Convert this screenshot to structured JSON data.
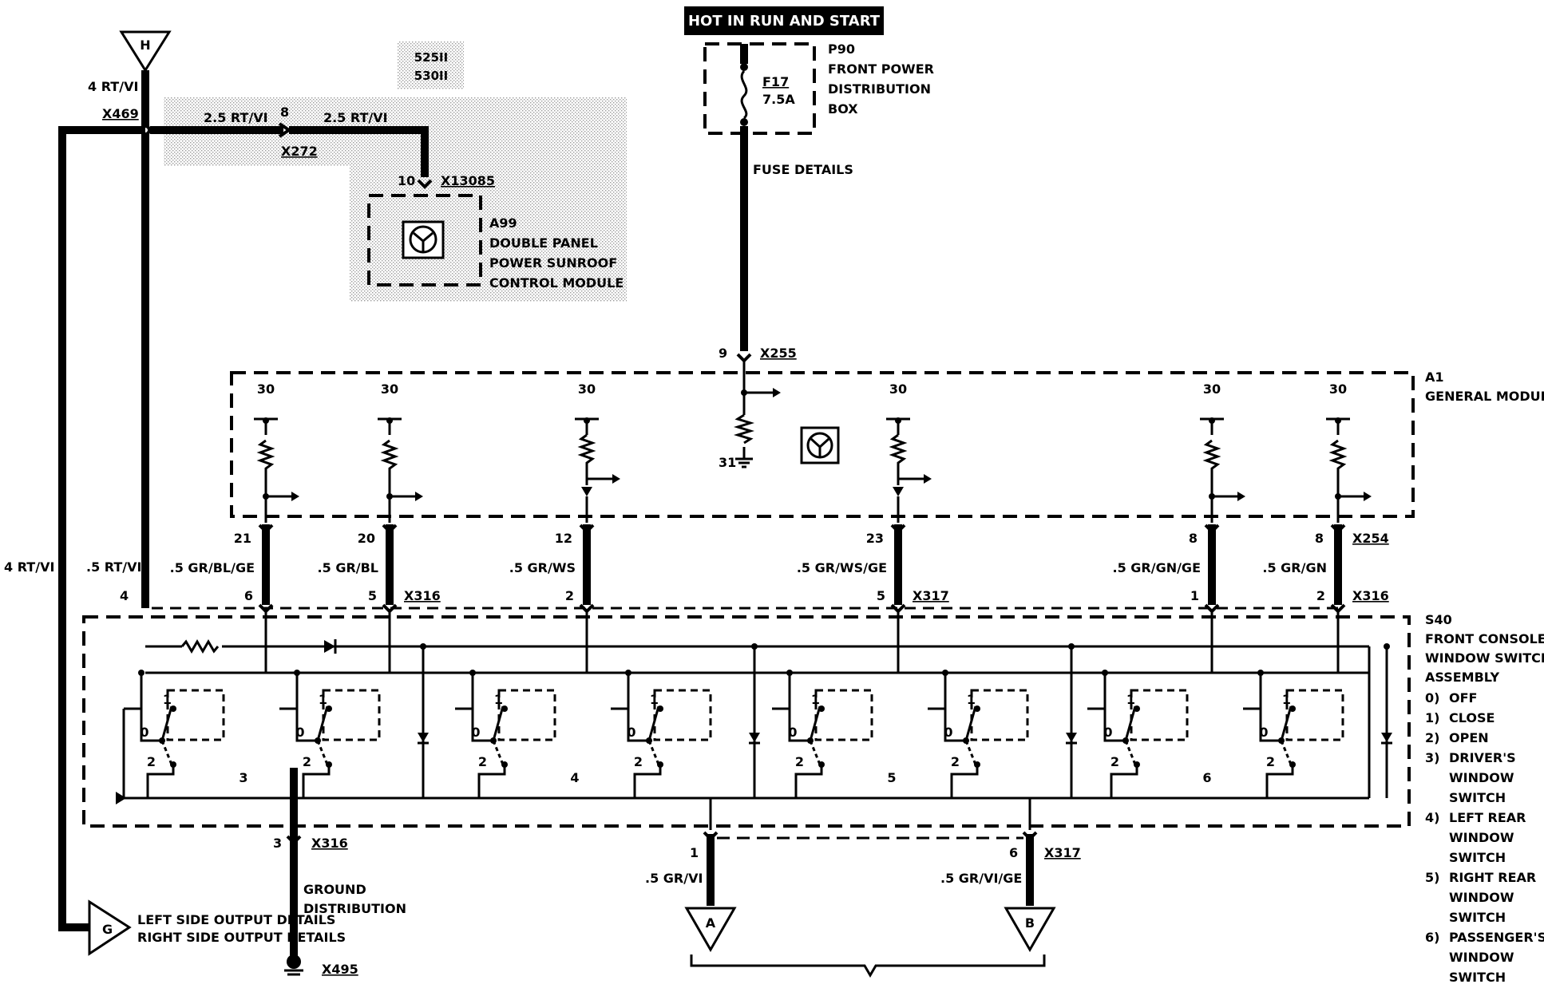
{
  "header": {
    "hot_label": "HOT IN RUN AND START"
  },
  "connectors": {
    "H": "H",
    "G": "G",
    "A": "A",
    "B": "B"
  },
  "sunroof": {
    "models": [
      "525II",
      "530II"
    ],
    "wire1": "2.5 RT/VI",
    "wire2": "2.5 RT/VI",
    "pin8": "8",
    "x272": "X272",
    "pin10": "10",
    "x13085": "X13085",
    "module_lines": [
      "A99",
      "DOUBLE PANEL",
      "POWER SUNROOF",
      "CONTROL MODULE"
    ]
  },
  "left": {
    "wire_top": "4 RT/VI",
    "x469": "X469",
    "wire_side": "4 RT/VI",
    "wire_main": ".5 RT/VI",
    "pin4": "4",
    "out1": "LEFT SIDE OUTPUT DETAILS",
    "out2": "RIGHT SIDE OUTPUT DETAILS"
  },
  "fuse": {
    "p90_lines": [
      "P90",
      "FRONT POWER",
      "DISTRIBUTION",
      "BOX"
    ],
    "name": "F17",
    "rating": "7.5A",
    "details": "FUSE DETAILS",
    "pin9": "9",
    "x255": "X255"
  },
  "module_a1": {
    "lines": [
      "A1",
      "GENERAL MODULE"
    ],
    "t30": "30",
    "t31": "31"
  },
  "wires": [
    {
      "pin_top": "21",
      "name": ".5 GR/BL/GE",
      "pin_bottom": "6"
    },
    {
      "pin_top": "20",
      "name": ".5 GR/BL",
      "pin_bottom": "5",
      "conn": "X316"
    },
    {
      "pin_top": "12",
      "name": ".5 GR/WS",
      "pin_bottom": "2"
    },
    {
      "pin_top": "23",
      "name": ".5 GR/WS/GE",
      "pin_bottom": "5",
      "conn": "X317"
    },
    {
      "pin_top": "8",
      "name": ".5 GR/GN/GE",
      "pin_bottom": "1"
    },
    {
      "pin_top": "8",
      "name": ".5 GR/GN",
      "pin_bottom": "2",
      "conn": "X316",
      "conn_top": "X254"
    }
  ],
  "s40": {
    "lines": [
      "S40",
      "FRONT CONSOLE",
      "WINDOW SWITCH",
      "ASSEMBLY"
    ],
    "legend": [
      [
        "0)",
        "OFF"
      ],
      [
        "1)",
        "CLOSE"
      ],
      [
        "2)",
        "OPEN"
      ],
      [
        "3)",
        "DRIVER'S",
        "WINDOW",
        "SWITCH"
      ],
      [
        "4)",
        "LEFT REAR",
        "WINDOW",
        "SWITCH"
      ],
      [
        "5)",
        "RIGHT REAR",
        "WINDOW",
        "SWITCH"
      ],
      [
        "6)",
        "PASSENGER'S",
        "WINDOW",
        "SWITCH"
      ]
    ],
    "switch_numbers": [
      "3",
      "4",
      "5",
      "6"
    ],
    "pos": [
      "0",
      "1",
      "2"
    ]
  },
  "ground": {
    "pin3": "3",
    "x316": "X316",
    "dist1": "GROUND",
    "dist2": "DISTRIBUTION",
    "x495": "X495"
  },
  "outputs": {
    "a_pin": "1",
    "a_wire": ".5 GR/VI",
    "b_pin": "6",
    "b_conn": "X317",
    "b_wire": ".5 GR/VI/GE"
  }
}
